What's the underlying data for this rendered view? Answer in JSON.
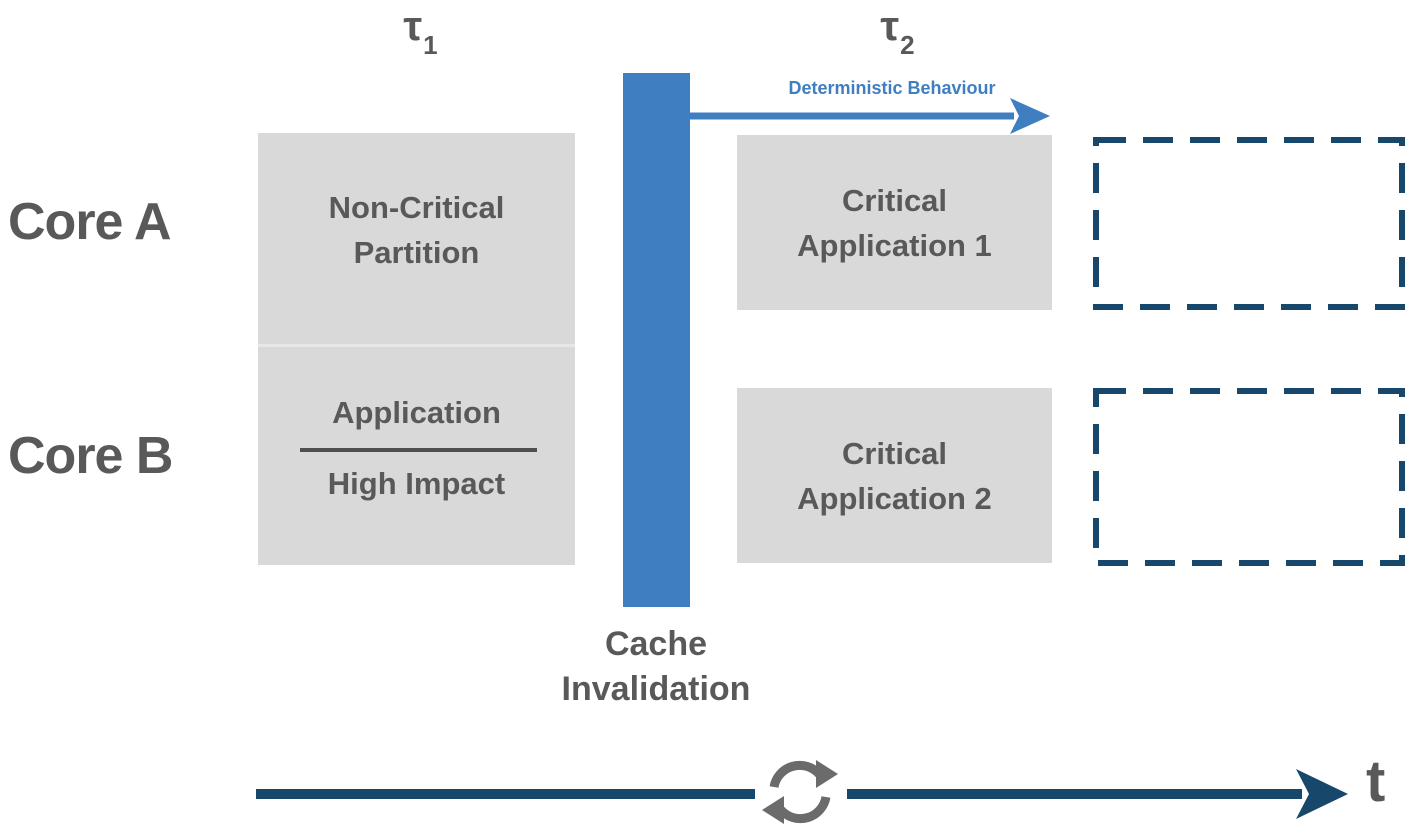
{
  "colors": {
    "box-gray": "#d9d9d9",
    "text-gray": "#595959",
    "accent-blue": "#407ec2",
    "navy": "#17486b",
    "icon-gray": "#6b6b6b"
  },
  "tau1": {
    "symbol": "τ",
    "sub": "1"
  },
  "tau2": {
    "symbol": "τ",
    "sub": "2"
  },
  "rows": {
    "core_a": "Core A",
    "core_b": "Core B"
  },
  "partition_box": {
    "line1": "Non-Critical",
    "line2": "Partition",
    "app_label": "Application",
    "impact_label": "High Impact"
  },
  "cache_bar": {
    "label_line1": "Cache",
    "label_line2": "Invalidation"
  },
  "deterministic_arrow": {
    "label": "Deterministic Behaviour"
  },
  "critical_boxes": [
    {
      "line1": "Critical",
      "line2": "Application 1"
    },
    {
      "line1": "Critical",
      "line2": "Application 2"
    }
  ],
  "placeholder_boxes": {
    "count": 2,
    "style": "dashed-outline"
  },
  "timeline": {
    "axis_label": "t",
    "icon": "sync-refresh-arrows"
  }
}
